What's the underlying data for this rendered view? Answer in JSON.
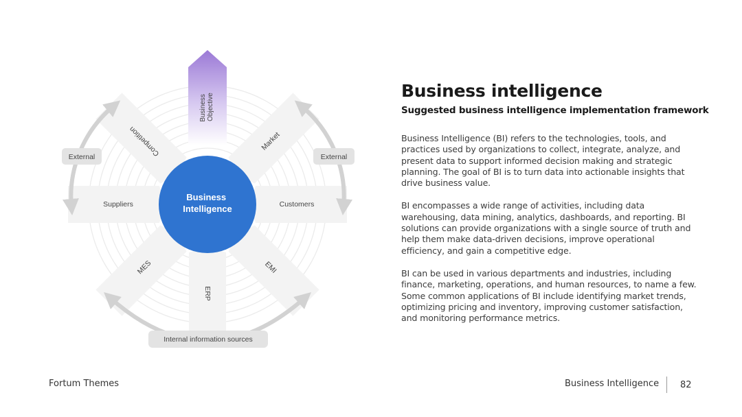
{
  "diagram": {
    "center": [
      "Business",
      "Intelligence"
    ],
    "objective": [
      "Business",
      "Objective"
    ],
    "segments": {
      "competition": "Competition",
      "market": "Market",
      "suppliers": "Suppliers",
      "customers": "Customers",
      "mes": "MES",
      "erp": "ERP",
      "emi": "EMI"
    },
    "pills": {
      "external_left": "External",
      "external_right": "External",
      "internal": "Internal information sources"
    },
    "colors": {
      "center": "#2f74d0",
      "arrow_top": "#9b79d6",
      "segment": "#f4f4f4",
      "pill": "#e3e3e3",
      "ring": "#e8e8e8"
    }
  },
  "title": "Business intelligence",
  "subtitle": "Suggested business intelligence implementation framework",
  "paragraphs": [
    "Business Intelligence (BI) refers to the technologies, tools, and practices used by organizations to collect, integrate, analyze, and present data to support informed decision making and strategic planning. The goal of BI is to turn data into actionable insights that drive business value.",
    "BI encompasses a wide range of activities, including data warehousing, data mining, analytics, dashboards, and reporting. BI solutions can provide organizations with a single source of truth and help them make data-driven decisions, improve operational efficiency, and gain a competitive edge.",
    "BI can be used in various departments and industries, including finance, marketing, operations, and human resources, to name a few. Some common applications of BI include identifying market trends, optimizing pricing and inventory, improving customer satisfaction, and monitoring performance metrics."
  ],
  "footer": {
    "brand": "Fortum Themes",
    "section": "Business Intelligence",
    "page": "82"
  }
}
